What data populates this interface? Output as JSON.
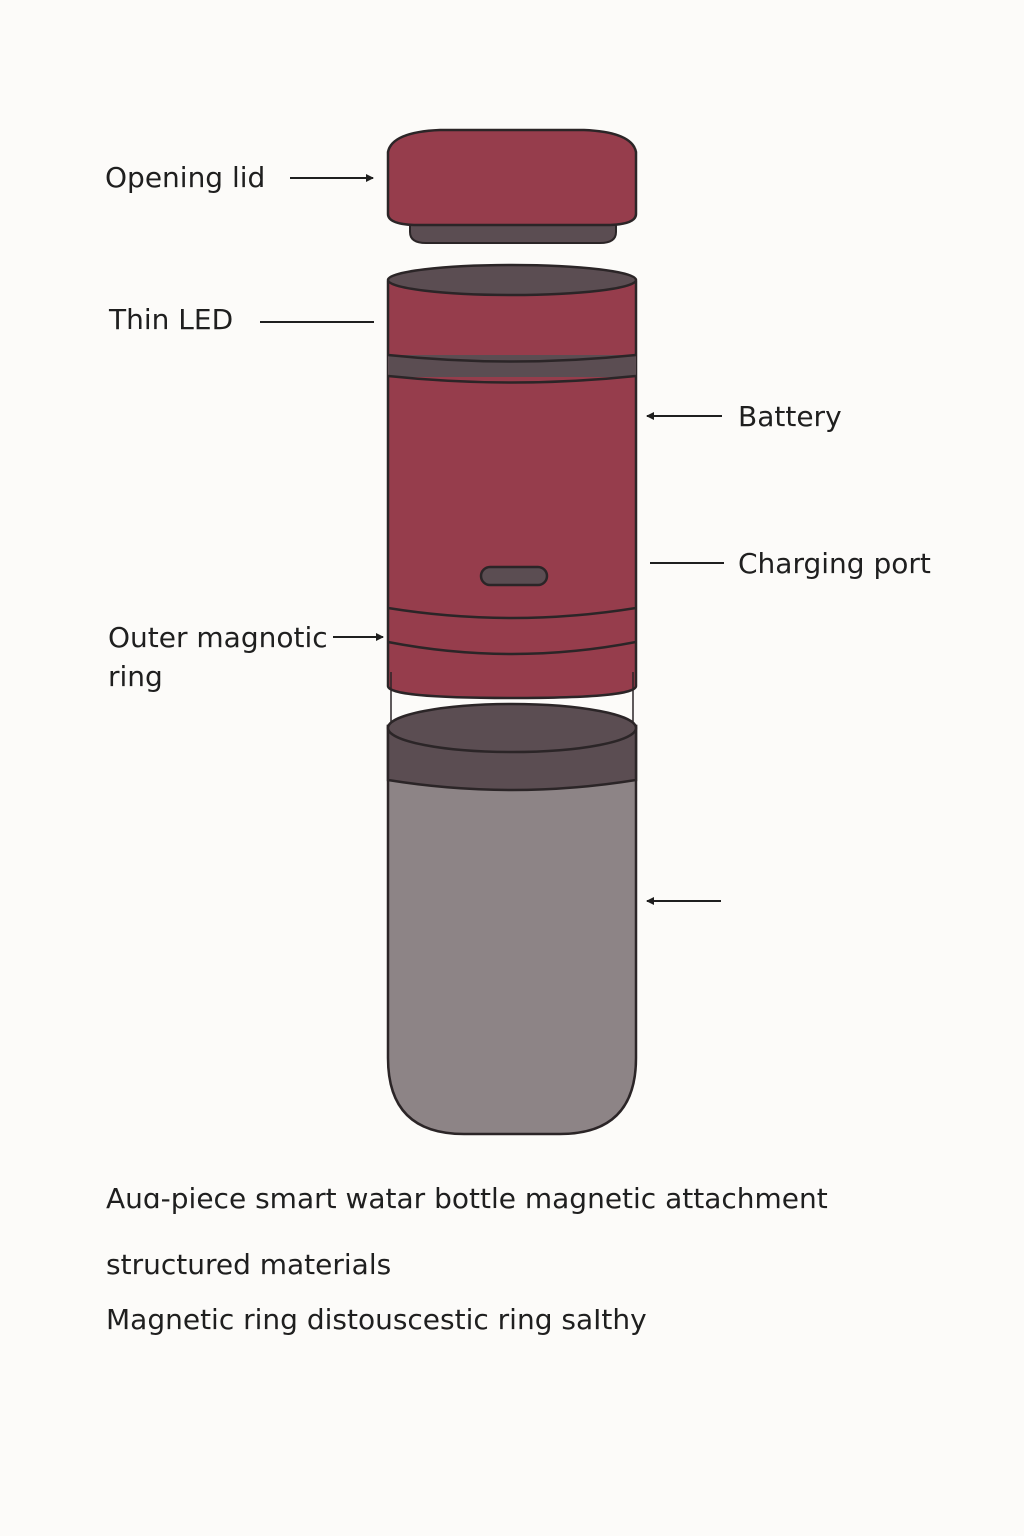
{
  "labels": {
    "opening_lid": "Opening lid",
    "thin_led": "Thin LED",
    "battery": "Battery",
    "charging_port": "Charging port",
    "outer_ring_line1": "Outer magnotic",
    "outer_ring_line2": "ring"
  },
  "captions": {
    "line1": "Auɑ-piece smart watar bottle magnetic attachment",
    "line2": "structured materials",
    "line3": "Magnetic ring distouscestic ring saIthy"
  },
  "colors": {
    "background": "#fcfbf9",
    "upper_body": "#963d4c",
    "lower_body": "#8d8486",
    "collar": "#5b4d52",
    "outline": "#2b2527",
    "text": "#1f1f1f"
  }
}
